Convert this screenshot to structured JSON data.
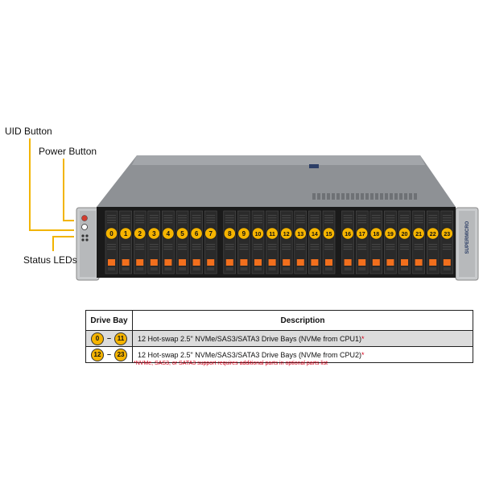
{
  "callouts": {
    "uid": "UID Button",
    "power": "Power Button",
    "status": "Status LEDs"
  },
  "colors": {
    "callout_line": "#f2b400",
    "badge": "#f5b400",
    "chassis_top": "#8e9195",
    "chassis_front": "#1a1a1a",
    "latch": "#f26f1d",
    "asterisk": "#d4001a"
  },
  "drive_bays": [
    "0",
    "1",
    "2",
    "3",
    "4",
    "5",
    "6",
    "7",
    "8",
    "9",
    "10",
    "11",
    "12",
    "13",
    "14",
    "15",
    "16",
    "17",
    "18",
    "19",
    "20",
    "21",
    "22",
    "23"
  ],
  "side_label": "SUPERMICRO",
  "table": {
    "headers": [
      "Drive Bay",
      "Description"
    ],
    "rows": [
      {
        "from": "0",
        "to": "11",
        "dash": "–",
        "desc": "12 Hot-swap 2.5\" NVMe/SAS3/SATA3 Drive Bays (NVMe from CPU1)",
        "ast": "*"
      },
      {
        "from": "12",
        "to": "23",
        "dash": "–",
        "desc": "12 Hot-swap 2.5\" NVMe/SAS3/SATA3 Drive Bays (NVMe from CPU2)",
        "ast": "*"
      }
    ]
  },
  "footnote": "*NVMe, SAS3, or SATA3 support requires additional parts in optional parts list"
}
